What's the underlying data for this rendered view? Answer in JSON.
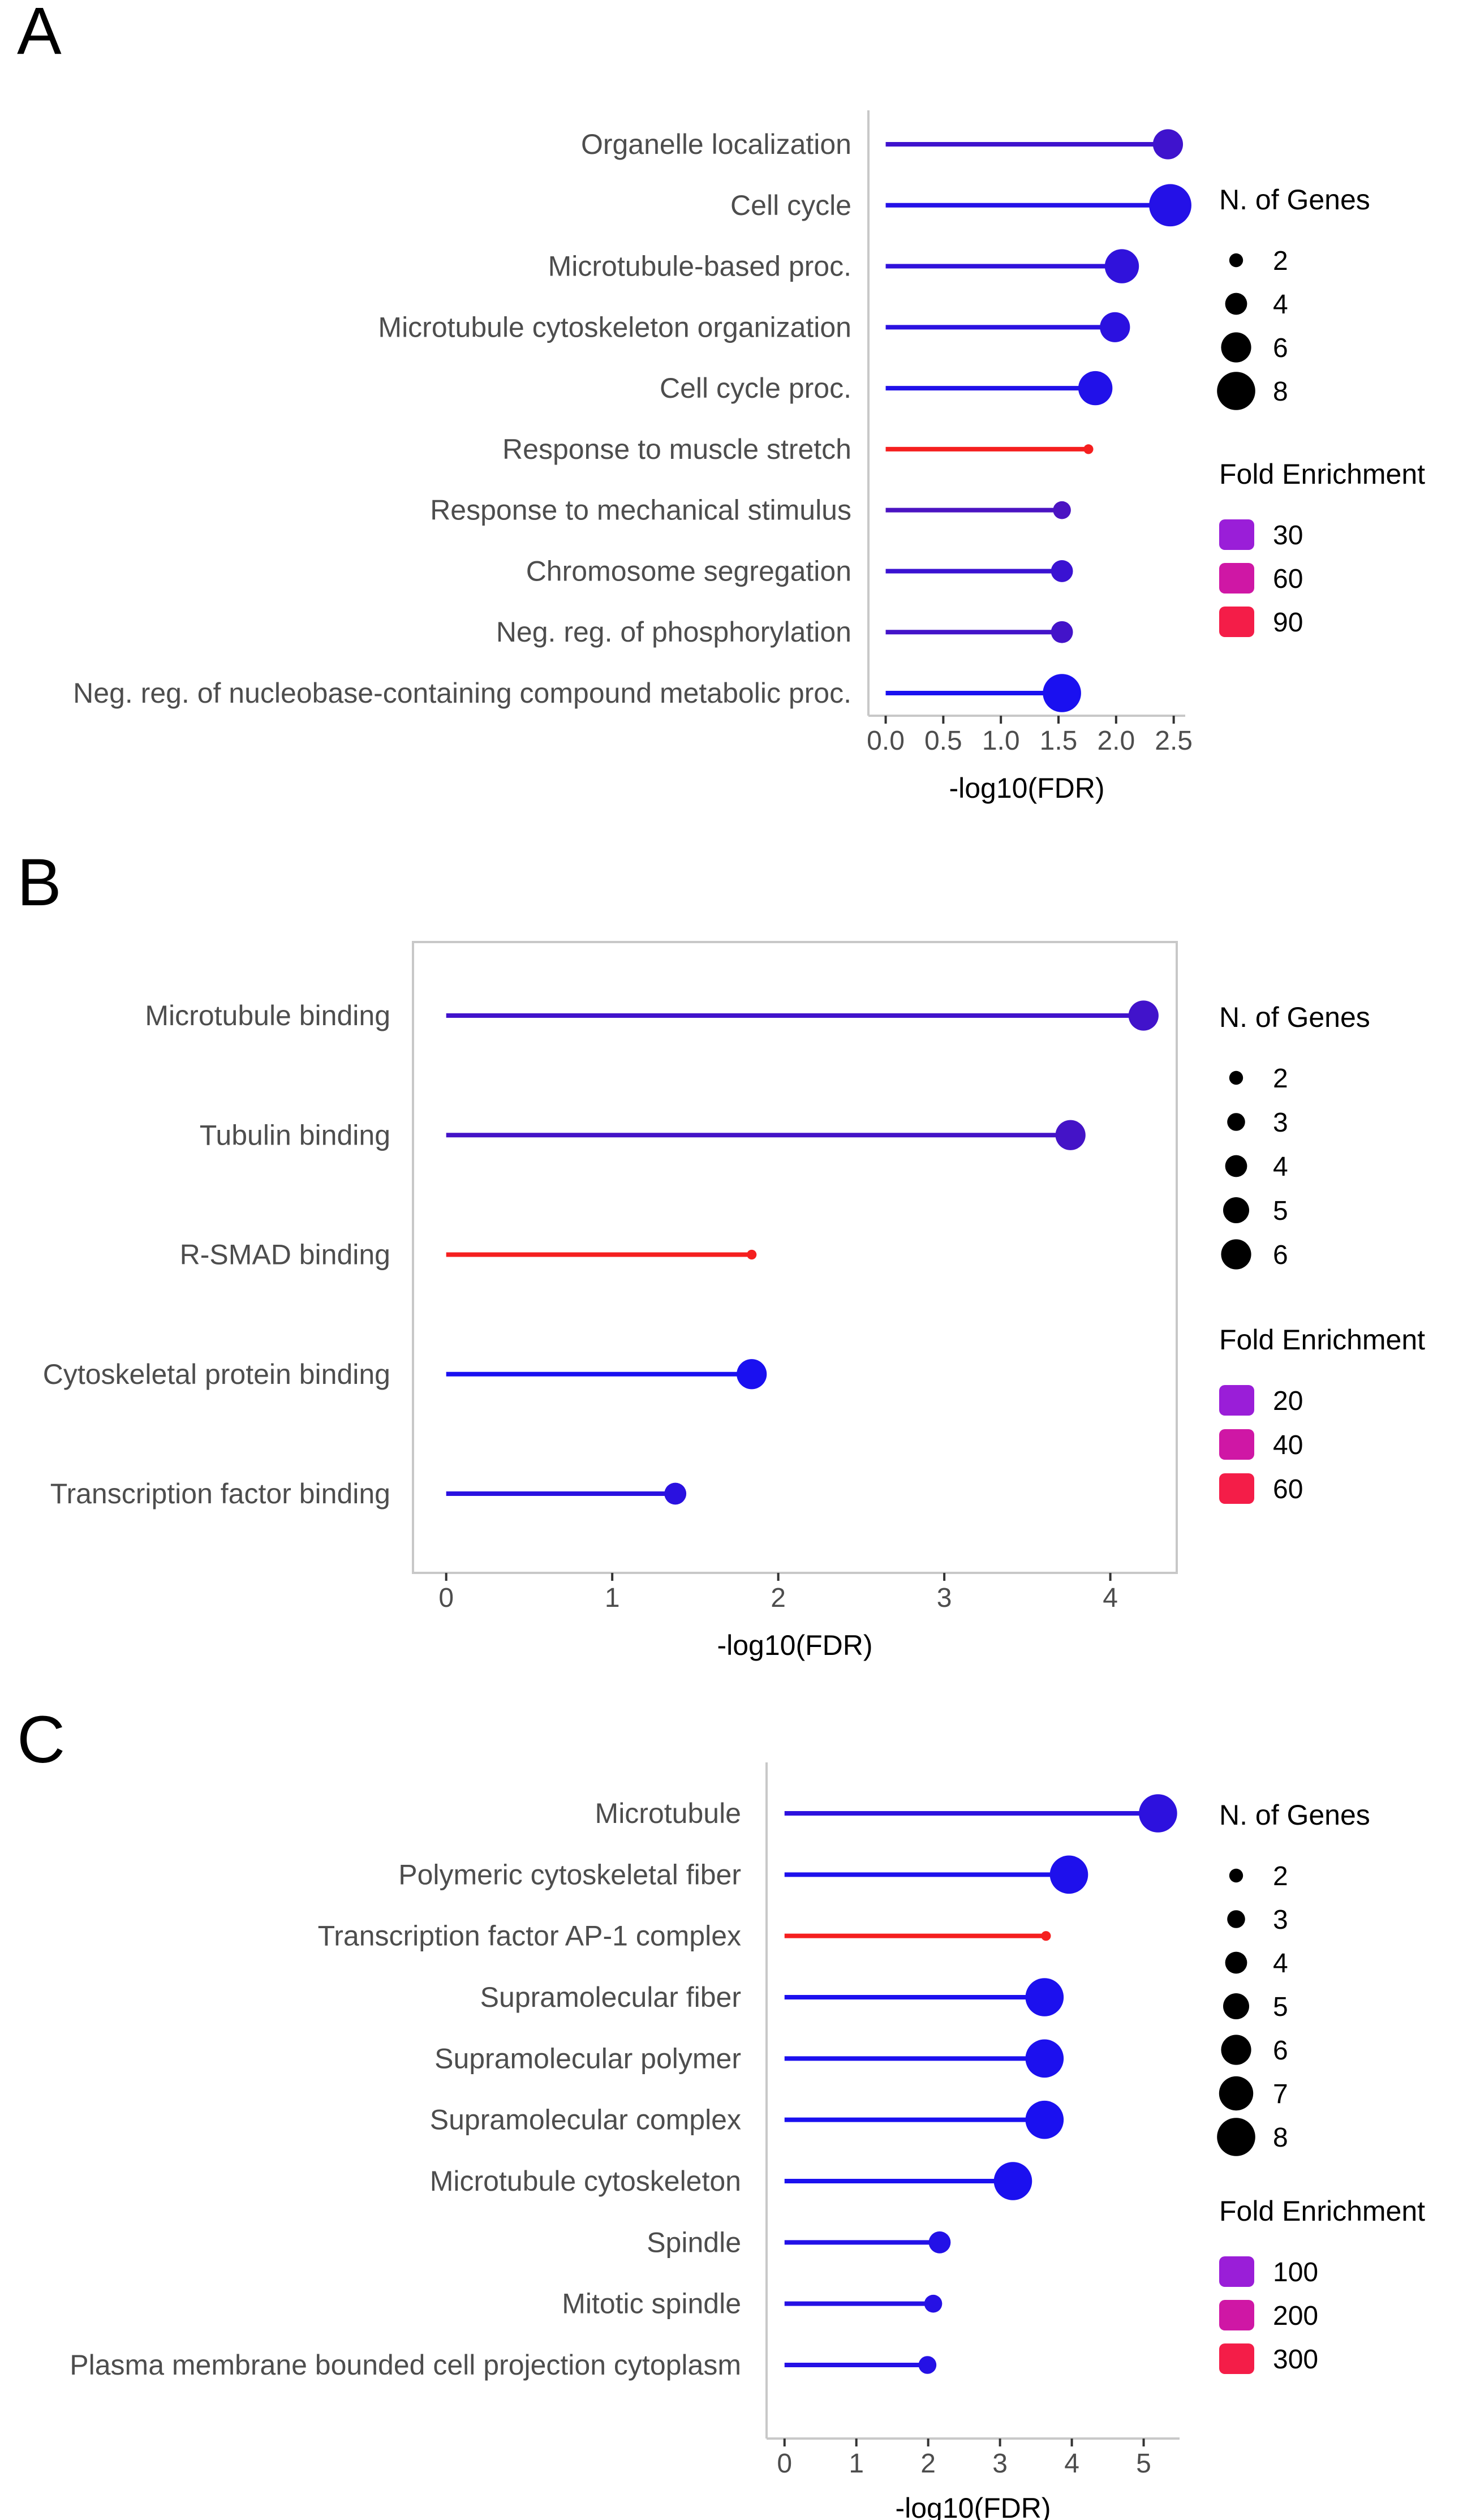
{
  "chart_data": [
    {
      "panel": "A",
      "type": "lollipop",
      "orientation": "horizontal",
      "frame": false,
      "categories": [
        "Organelle localization",
        "Cell cycle",
        "Microtubule-based proc.",
        "Microtubule cytoskeleton organization",
        "Cell cycle proc.",
        "Response to muscle stretch",
        "Response to mechanical stimulus",
        "Chromosome segregation",
        "Neg. reg. of phosphorylation",
        "Neg. reg. of nucleobase-containing compound metabolic proc."
      ],
      "values": [
        2.45,
        2.47,
        2.05,
        1.99,
        1.82,
        1.76,
        1.53,
        1.53,
        1.53,
        1.53
      ],
      "n_genes": [
        6,
        9,
        7,
        6,
        7,
        1,
        3,
        4,
        4,
        8
      ],
      "fold_enrichment": [
        20,
        9,
        14,
        12,
        8,
        95,
        25,
        18,
        22,
        5
      ],
      "xlabel": "-log10(FDR)",
      "xlim": [
        -0.15,
        2.6
      ],
      "xticks": [
        "0.0",
        "0.5",
        "1.0",
        "1.5",
        "2.0",
        "2.5"
      ],
      "xtick_values": [
        0,
        0.5,
        1.0,
        1.5,
        2.0,
        2.5
      ],
      "legend_size": {
        "title": "N. of Genes",
        "labels": [
          "2",
          "4",
          "6",
          "8"
        ],
        "values": [
          2,
          4,
          6,
          8
        ]
      },
      "legend_color": {
        "title": "Fold Enrichment",
        "labels": [
          "30",
          "60",
          "90"
        ],
        "colors": [
          "#9a1ed8",
          "#cf17a5",
          "#f41d48"
        ]
      },
      "fe_range": [
        5,
        95
      ]
    },
    {
      "panel": "B",
      "type": "lollipop",
      "orientation": "horizontal",
      "frame": true,
      "categories": [
        "Microtubule binding",
        "Tubulin binding",
        "R-SMAD binding",
        "Cytoskeletal protein binding",
        "Transcription factor binding"
      ],
      "values": [
        4.2,
        3.76,
        1.84,
        1.84,
        1.38
      ],
      "n_genes": [
        6,
        6,
        1,
        6,
        4
      ],
      "fold_enrichment": [
        15,
        16,
        70,
        3,
        8
      ],
      "xlabel": "-log10(FDR)",
      "xlim": [
        -0.2,
        4.4
      ],
      "xticks": [
        "0",
        "1",
        "2",
        "3",
        "4"
      ],
      "xtick_values": [
        0,
        1,
        2,
        3,
        4
      ],
      "legend_size": {
        "title": "N. of Genes",
        "labels": [
          "2",
          "3",
          "4",
          "5",
          "6"
        ],
        "values": [
          2,
          3,
          4,
          5,
          6
        ]
      },
      "legend_color": {
        "title": "Fold Enrichment",
        "labels": [
          "20",
          "40",
          "60"
        ],
        "colors": [
          "#9a1ed8",
          "#cf17a5",
          "#f41d48"
        ]
      },
      "fe_range": [
        3,
        70
      ]
    },
    {
      "panel": "C",
      "type": "lollipop",
      "orientation": "horizontal",
      "frame": false,
      "categories": [
        "Microtubule",
        "Polymeric cytoskeletal fiber",
        "Transcription factor AP-1 complex",
        "Supramolecular fiber",
        "Supramolecular polymer",
        "Supramolecular complex",
        "Microtubule cytoskeleton",
        "Spindle",
        "Mitotic spindle",
        "Plasma membrane bounded cell projection cytoplasm"
      ],
      "values": [
        5.2,
        3.96,
        3.64,
        3.62,
        3.62,
        3.62,
        3.18,
        2.16,
        2.07,
        1.99
      ],
      "n_genes": [
        8,
        8,
        1,
        8,
        8,
        8,
        8,
        4,
        3,
        3
      ],
      "fold_enrichment": [
        40,
        18,
        330,
        15,
        15,
        12,
        14,
        25,
        30,
        28
      ],
      "xlabel": "-log10(FDR)",
      "xlim": [
        -0.25,
        5.5
      ],
      "xticks": [
        "0",
        "1",
        "2",
        "3",
        "4",
        "5"
      ],
      "xtick_values": [
        0,
        1,
        2,
        3,
        4,
        5
      ],
      "legend_size": {
        "title": "N. of Genes",
        "labels": [
          "2",
          "3",
          "4",
          "5",
          "6",
          "7",
          "8"
        ],
        "values": [
          2,
          3,
          4,
          5,
          6,
          7,
          8
        ]
      },
      "legend_color": {
        "title": "Fold Enrichment",
        "labels": [
          "100",
          "200",
          "300"
        ],
        "colors": [
          "#9a1ed8",
          "#cf17a5",
          "#f41d48"
        ]
      },
      "fe_range": [
        12,
        330
      ]
    }
  ],
  "colors": {
    "low": "#1a10f0",
    "high": "#f51f1f",
    "frame": "#c8c8c8",
    "axis": "#333333"
  }
}
